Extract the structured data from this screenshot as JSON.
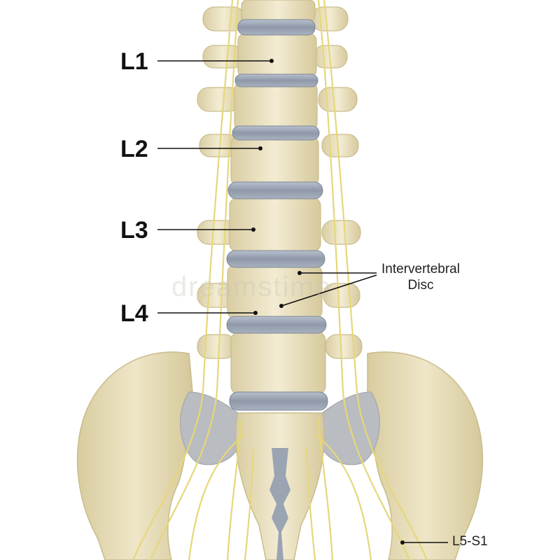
{
  "labels": {
    "l1": "L1",
    "l2": "L2",
    "l3": "L3",
    "l4": "L4",
    "disc_line1": "Intervertebral",
    "disc_line2": "Disc",
    "l5s1": "L5-S1"
  },
  "watermark": "dreamstime",
  "colors": {
    "bone": "#ece3c3",
    "bone_shadow": "#d6caa0",
    "disc": "#8e98a8",
    "disc_light": "#b7c0cc",
    "nerve": "#e6d77a",
    "cord": "#c99a7c",
    "cartilage": "#b9bcc0",
    "leader": "#111111"
  }
}
